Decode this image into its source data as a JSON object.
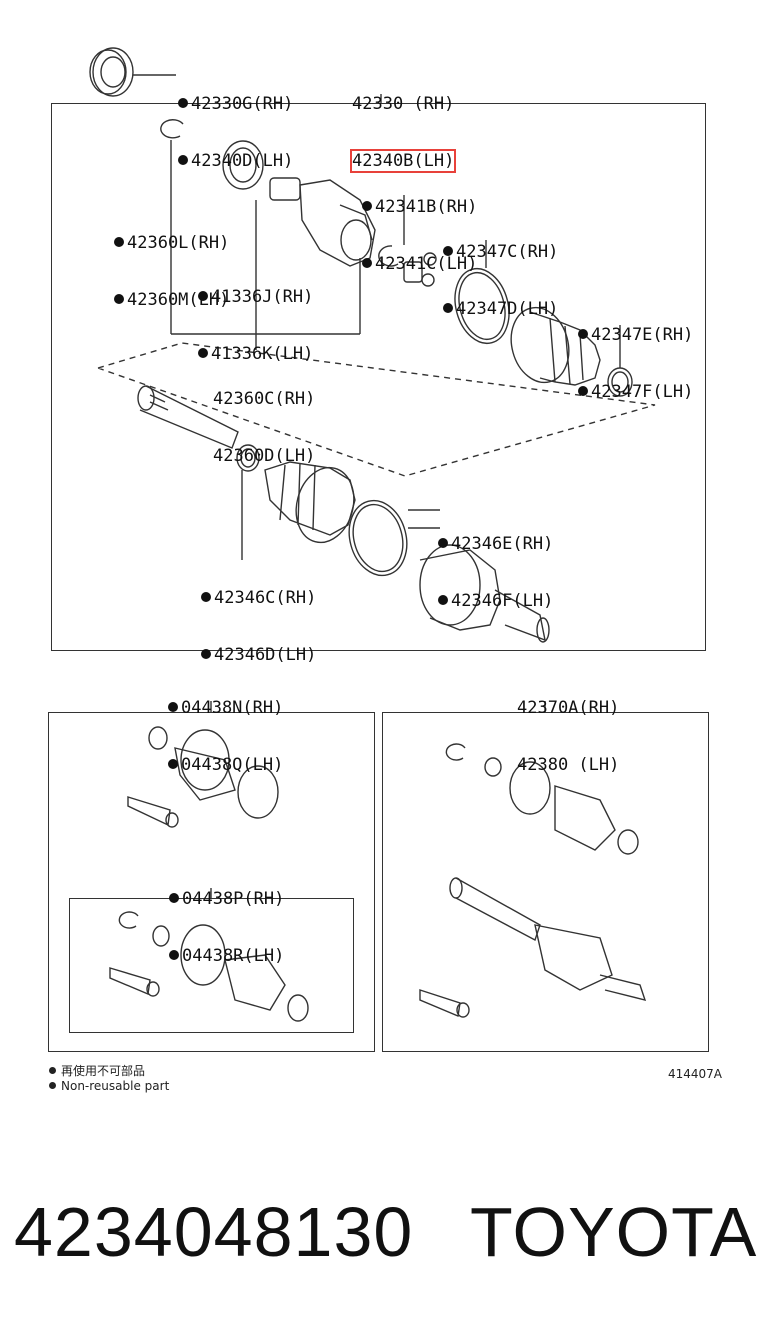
{
  "labels": {
    "seal_rh": "42330G(RH)",
    "seal_lh": "42340D(LH)",
    "assy_rh": "42330 (RH)",
    "assy_lh": "42340B(LH)",
    "snap_rh": "42360L(RH)",
    "snap_lh": "42360M(LH)",
    "ring_rh": "42341B(RH)",
    "ring_lh": "42341C(LH)",
    "clamp_in_rh": "42347C(RH)",
    "clamp_in_lh": "42347D(LH)",
    "dust_rh": "41336J(RH)",
    "dust_lh": "41336K(LH)",
    "clamp_small_rh": "42347E(RH)",
    "clamp_small_lh": "42347F(LH)",
    "inboard_rh": "42360C(RH)",
    "inboard_lh": "42360D(LH)",
    "clamp_out_rh": "42346E(RH)",
    "clamp_out_lh": "42346F(LH)",
    "clamp_out_small_rh": "42346C(RH)",
    "clamp_out_small_lh": "42346D(LH)",
    "bootkit_out_rh": "04438N(RH)",
    "bootkit_out_lh": "04438Q(LH)",
    "bootkit_in_rh": "04438P(RH)",
    "bootkit_in_lh": "04438R(LH)",
    "outboard_rh": "42370A(RH)",
    "outboard_lh": "42380 (LH)"
  },
  "legend": {
    "line1": "再使用不可部品",
    "line2": "Non-reusable part"
  },
  "reference": "414407A",
  "footer": {
    "part_number": "4234048130",
    "brand": "TOYOTA"
  },
  "colors": {
    "highlight": "#e8413a",
    "line": "#333333"
  }
}
